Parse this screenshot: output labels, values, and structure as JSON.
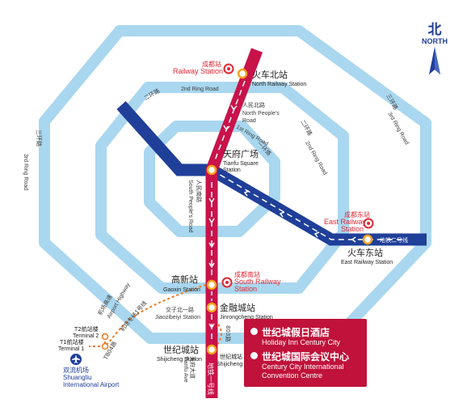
{
  "compass": {
    "cn": "北",
    "en": "NORTH"
  },
  "ring_labels": {
    "third_cn": "三环路",
    "third_en": "3rd Ring Road",
    "second_cn": "二环路",
    "second_en": "2nd Ring Road",
    "first_cn": "一环路",
    "first_en": "1st Ring Road"
  },
  "roads": {
    "north_people_cn": "人民北路",
    "north_people_en": "North People's Road",
    "south_people_cn": "人民南路",
    "south_people_en": "South People's Road",
    "tianfu_ave_cn": "天府大道",
    "tianfu_ave_en": "Tianfu Ave",
    "airport_hwy_cn": "机场高速",
    "airport_hwy_en": "Airport Highway",
    "airport_line_cn": "机场专线1号线",
    "t_line_cn": "T804路",
    "bus_803_cn": "803路",
    "jiaozibeilu_cn": "交子北一路",
    "jiaozibeilu_en": "Jiaozibeiyi Station"
  },
  "lines": {
    "line1_label": "地铁一号线",
    "line2_label": "地铁二号线",
    "line1_color": "#c8134a",
    "line2_color": "#1f3f99",
    "ring_color": "#a9d7ef",
    "bus_color": "#f0791e"
  },
  "stations": {
    "north_railway": {
      "cn": "火车北站",
      "en": "North Railway Station"
    },
    "tianfu_square": {
      "cn": "天府广场",
      "en1": "Tianfu Square",
      "en2": "Station"
    },
    "east_railway": {
      "cn": "火车东站",
      "en": "East Railway Station"
    },
    "gaoxin": {
      "cn": "高新站",
      "en": "Gaoxin Station"
    },
    "jinrongcheng": {
      "cn": "金融城站",
      "en": "Jinrongcheng Station"
    },
    "shijicheng": {
      "cn": "世纪城站",
      "en": "Shijicheng Station"
    },
    "shijicheng_bus": {
      "cn": "世纪城站",
      "en": "Shijicheng Station"
    }
  },
  "railway_marks": {
    "chengdu": {
      "cn": "成都站",
      "en": "Railway Station"
    },
    "east": {
      "cn": "成都东站",
      "en1": "East Railway",
      "en2": "Station"
    },
    "south": {
      "cn": "成都南站",
      "en1": "South Railway",
      "en2": "Station"
    }
  },
  "airport": {
    "cn": "双流机场",
    "en1": "Shuangliu",
    "en2": "International Airport",
    "t2_cn": "T2航站楼",
    "t2_en": "Terminal 2",
    "t1_cn": "T1航站楼",
    "t1_en": "Terminal 1"
  },
  "legend": {
    "hotel_cn": "世纪城假日酒店",
    "hotel_en": "Holiday Inn Century City",
    "center_cn": "世纪城国际会议中心",
    "center_en1": "Century City International",
    "center_en2": "Convention Centre"
  }
}
